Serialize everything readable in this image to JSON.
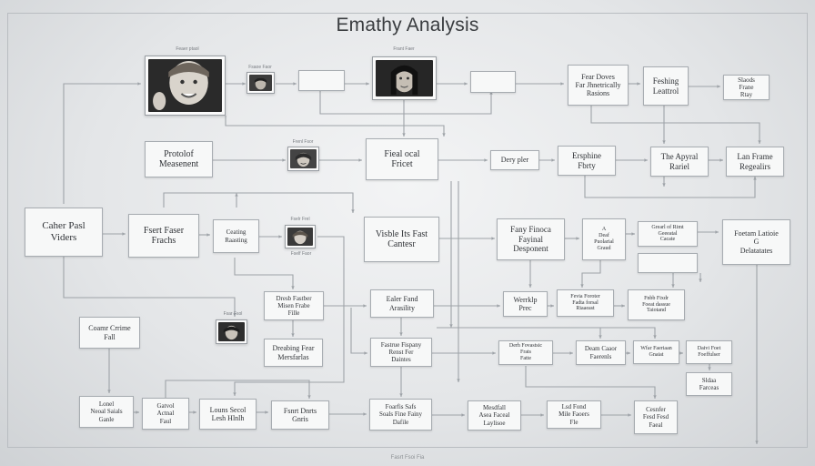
{
  "title": "Emathy Analysis",
  "nodes": {
    "fear_doves": "Fear Doves\nFar Jhnetrically\nRasions",
    "feshing_leattrol": "Feshing\nLeattrol",
    "slaods_tasy": "Slaods\nFrane\nRtay",
    "protolof_measerent": "Protolof\nMeasenent",
    "fiealocal_fricet": "Fieal ocal\nFricet",
    "dery_pler": "Dery pler",
    "ersphine_fbrty": "Ersphine\nFbrty",
    "the_apyral_rariel": "The Apyral\nRariel",
    "lan_frame_regealirs": "Lan Frame\nRegealirs",
    "caher_pasl_vifers": "Caher Pasl\nViders",
    "fsert_faser_rfeachs": "Fsert Faser\nFrachs",
    "dsaling_fuesluning": "Ceating\nRaasting",
    "visble_ils_fast_cantesr": "Visble Its Fast\nCantesr",
    "fany_finoca_dearcment": "Fany Finoca\nFayinal\nDesponent",
    "a_deaf_puolarial_graud": "A\nDeaf\nPuolarial\nGraud",
    "grearl_frugh_caate": "Grearl of Rimt\nGeeeatal\nCacate",
    "foetam_genia_detarates": "Foetam Latioie\nG\nDelatatates",
    "coamr_crrime": "Coamr Crrime\nFall",
    "dresb_faisnber": "Dresb Fastber\nMisen Frabe\nFille",
    "ealer_fand_arasility": "Ealer Fand\nArasility",
    "worklus_prec": "Werrklp\nPrec",
    "fevia_foroter": "Fevia Foroter\nFadta forsal\nRiaaeast",
    "taibl_bnvasne": "Fnbb Fixdr\nFoeat dassue\nTaiotand",
    "dreabing_fear_mersfarlas": "Dreabing Fear\nMersfarlas",
    "rastrue_fspalary_dacntes": "Fastrue Fispany\nRenst Fer\nDaintes",
    "derh_fovastsic": "Derh Fovastsic\nFrats\nFatte",
    "deam_caaor": "Deam Caaor\nFaerenls",
    "wfar_frigaan_bfrees": "Wfar Faeriaan\nGnaiat",
    "daivi_foefulaar": "Daivi Foet\nFoeffulser",
    "sldaa_farceas": "Sldaa\nFarceas",
    "lonel_meoolsc": "Lonel\nNeoal Saials\nGanle",
    "gatvol_actnal": "Gatvol\nActnal\nFaul",
    "louns_secol_hrnls_tleh": "Louns Secol\nLesh Hlnlh",
    "fsnrt_dnrts_gnis": "Fsnrt Dnrts\nGnris",
    "fmiraer_asis_soal": "Foarfis Safs\nSoals Fine Fainy\nDafile",
    "mesdfall_asea_faceal": "Mesdfall\nAsea Faceal\nLaylisoe",
    "lsd_fond_mile_fsasers": "Lsd Fond\nMile Faoers\nFle",
    "cesnfer_fesd_faeal": "Cesnfer\nFesd Fesd\nFaeal"
  },
  "captions": {
    "p1": "Feaer ptaol",
    "p2": "Fsaoe Faor",
    "p3": "Frant Faer",
    "p4": "Frenl Fsor",
    "p5": "Fselr Frel",
    "p6": "Fsar Fsol",
    "p7": "Fself Faor"
  },
  "footer": "Fasrt Fsoi Fia"
}
